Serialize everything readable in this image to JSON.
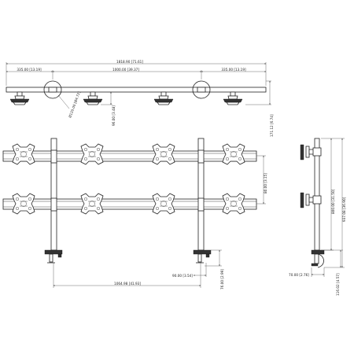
{
  "dimensions": {
    "overall_width": "1818.90 [71.61]",
    "left_overhang": "335.00 [13.19]",
    "center_span": "1000.00 [39.37]",
    "right_overhang": "335.00 [13.19]",
    "pivot_radius": "Ø120.00 [Ø4.72]",
    "mount_drop": "96.00 [3.48]",
    "top_view_depth": "171.12 [6.74]",
    "bar_spacing": "80.00 [3.15]",
    "pole_spacing": "1064.98 [41.93]",
    "clamp_offset": "90.00 [3.54]",
    "clamp_depth": "76.00 [2.99]",
    "upper_height": "800.00 [31.50]",
    "total_height": "937.08 [36.90]",
    "base_depth": "70.00 [2.76]",
    "base_height": "116.02 [4.57]"
  }
}
